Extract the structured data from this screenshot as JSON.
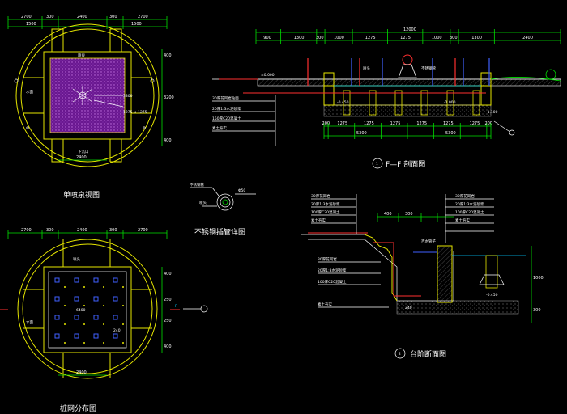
{
  "titles": {
    "plan": "单喷泉视图",
    "pile": "桩网分布图",
    "detail": "不锈钢插管详图",
    "section_ff": "F—F 剖面图",
    "section_platform": "台阶断面图"
  },
  "section_marks": {
    "ff": "1",
    "platform": "2",
    "f_tag": "F"
  },
  "plan_dims": {
    "top": [
      "2700",
      "300",
      "2400",
      "300",
      "2700"
    ],
    "top_sub": [
      "1500",
      "1500"
    ],
    "bottom": [
      "2400"
    ],
    "right": [
      "400",
      "3200",
      "400"
    ]
  },
  "pile_dims": {
    "top": [
      "2700",
      "300",
      "2400",
      "300",
      "2700"
    ],
    "bottom": [
      "2400"
    ],
    "right": [
      "400",
      "250",
      "250",
      "400"
    ]
  },
  "ff_dims": {
    "total": "12000",
    "top": [
      "900",
      "1300",
      "300",
      "1000",
      "1275",
      "1275",
      "1000",
      "300",
      "1300",
      "2400"
    ],
    "bottom": [
      "200",
      "1275",
      "1275",
      "1275",
      "1275",
      "1275",
      "1275",
      "200"
    ],
    "bottom_sub": [
      "5300",
      "5300"
    ]
  },
  "plan_labels": {
    "label_a": "水面",
    "label_b": "喷泉",
    "label_c": "下沉口",
    "label_d": "1275 × 1275",
    "label_e": "3300",
    "label_f": "2400"
  },
  "pile_labels": {
    "label_a": "6400",
    "label_b": "水面",
    "label_c": "喷头",
    "label_d": "240"
  },
  "ff_labels": {
    "lbl_1": "-0.450",
    "lbl_2": "±0.000",
    "lbl_3": "-1.000",
    "lbl_4": "-1.100",
    "lbl_5": "喷头",
    "lbl_6": "不锈钢管",
    "lbl_7": "30厚花岗岩贴面",
    "lbl_8": "20厚1:3水泥砂浆",
    "lbl_9": "150厚C20混凝土",
    "lbl_10": "素土夯实"
  },
  "platform_labels": {
    "lbl_1": "30厚花岗岩",
    "lbl_2": "20厚1:3水泥砂浆",
    "lbl_3": "100厚C20混凝土",
    "lbl_4": "素土夯实",
    "lbl_5": "百水管子",
    "lbl_6": "-0.450",
    "lbl_7": "1000",
    "lbl_8": "300",
    "lbl_9": "400",
    "lbl_10": "240"
  },
  "detail_labels": {
    "lbl_1": "不锈钢管",
    "lbl_2": "Φ50",
    "lbl_3": "喷头"
  },
  "colors": {
    "background": "#000000",
    "outline": "#00e000",
    "wall": "#e6e600",
    "water": "#7a20a0",
    "pipe": "#ff3030",
    "text": "#ffffff",
    "accent": "#00c8ff"
  }
}
